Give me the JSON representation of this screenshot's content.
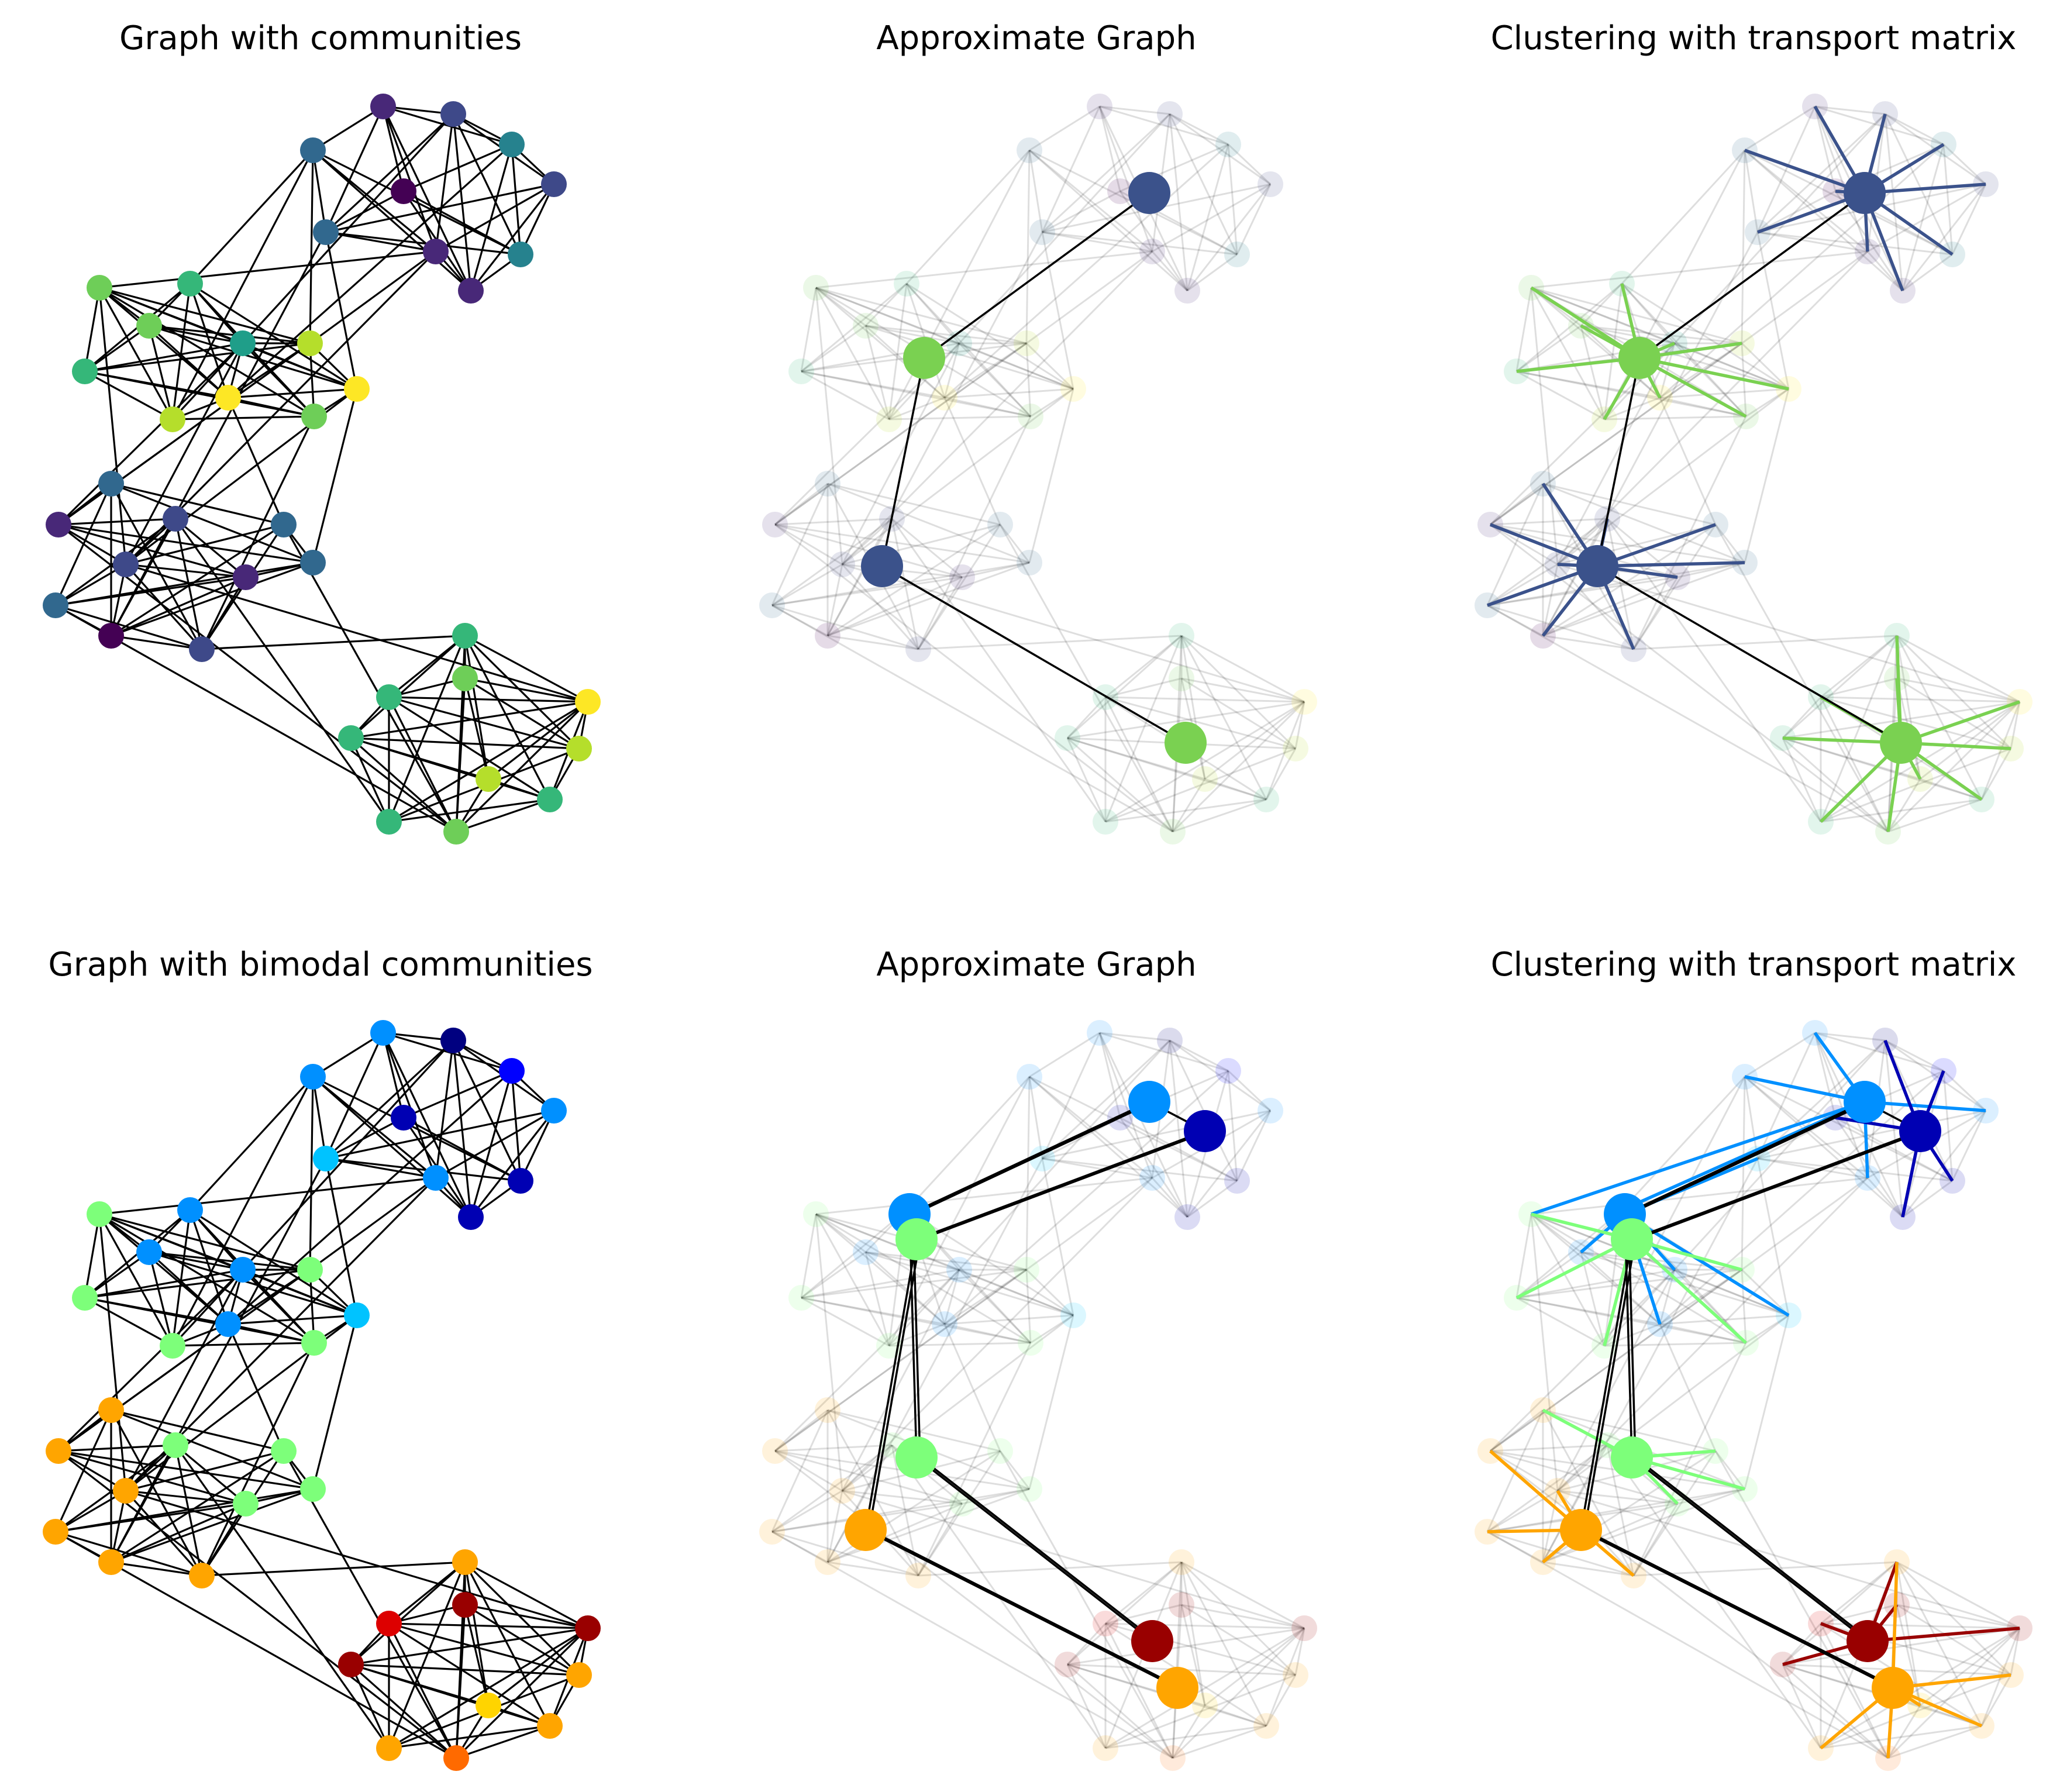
{
  "figure": {
    "panels": [
      {
        "title": "Graph with communities"
      },
      {
        "title": "Approximate Graph"
      },
      {
        "title": "Clustering with transport matrix"
      },
      {
        "title": "Graph with bimodal communities"
      },
      {
        "title": "Approximate Graph"
      },
      {
        "title": "Clustering with transport matrix"
      }
    ]
  },
  "graph": {
    "node_count": 40,
    "community_count": 4,
    "edge_color": "#000000"
  },
  "communities": {
    "top_row": {
      "colormap": "viridis",
      "colors": [
        "#3b528b",
        "#7ad151",
        "#3b528b",
        "#7ad151"
      ]
    },
    "bottom_row": {
      "colormap": "jet",
      "colors": [
        "#0090ff",
        "#0000b3",
        "#7dff7a",
        "#ffa500",
        "#990000"
      ]
    }
  }
}
